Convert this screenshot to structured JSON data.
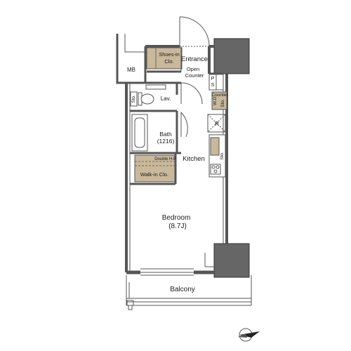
{
  "rooms": {
    "entrance": "Entrance",
    "shoes_closet_line1": "Shoes-in",
    "shoes_closet_line2": "Clo.",
    "mb": "MB",
    "open_counter_line1": "Open",
    "open_counter_line2": "Counter",
    "ps_line1": "P",
    "ps_line2": "S",
    "lav": "Lav.",
    "sto_small": "Sto.",
    "wd_sto": "W.D.",
    "counter_sto_line1": "Counter",
    "counter_sto_line2": "Sto.",
    "bath": "Bath",
    "bath_size": "(1216)",
    "refrigerator": "R",
    "kitchen": "Kitchen",
    "kitchen_sto": "Sto.",
    "double_hp": "Double H.P.",
    "walkin_closet": "Walk-in Clo.",
    "bedroom": "Bedroom",
    "bedroom_size": "(8.7J)",
    "balcony": "Balcony"
  },
  "colors": {
    "wall": "#555555",
    "column": "#666666",
    "closet_fill": "#c9b89a",
    "fixture": "#777777"
  },
  "icons": {
    "compass": "north-arrow-icon"
  }
}
